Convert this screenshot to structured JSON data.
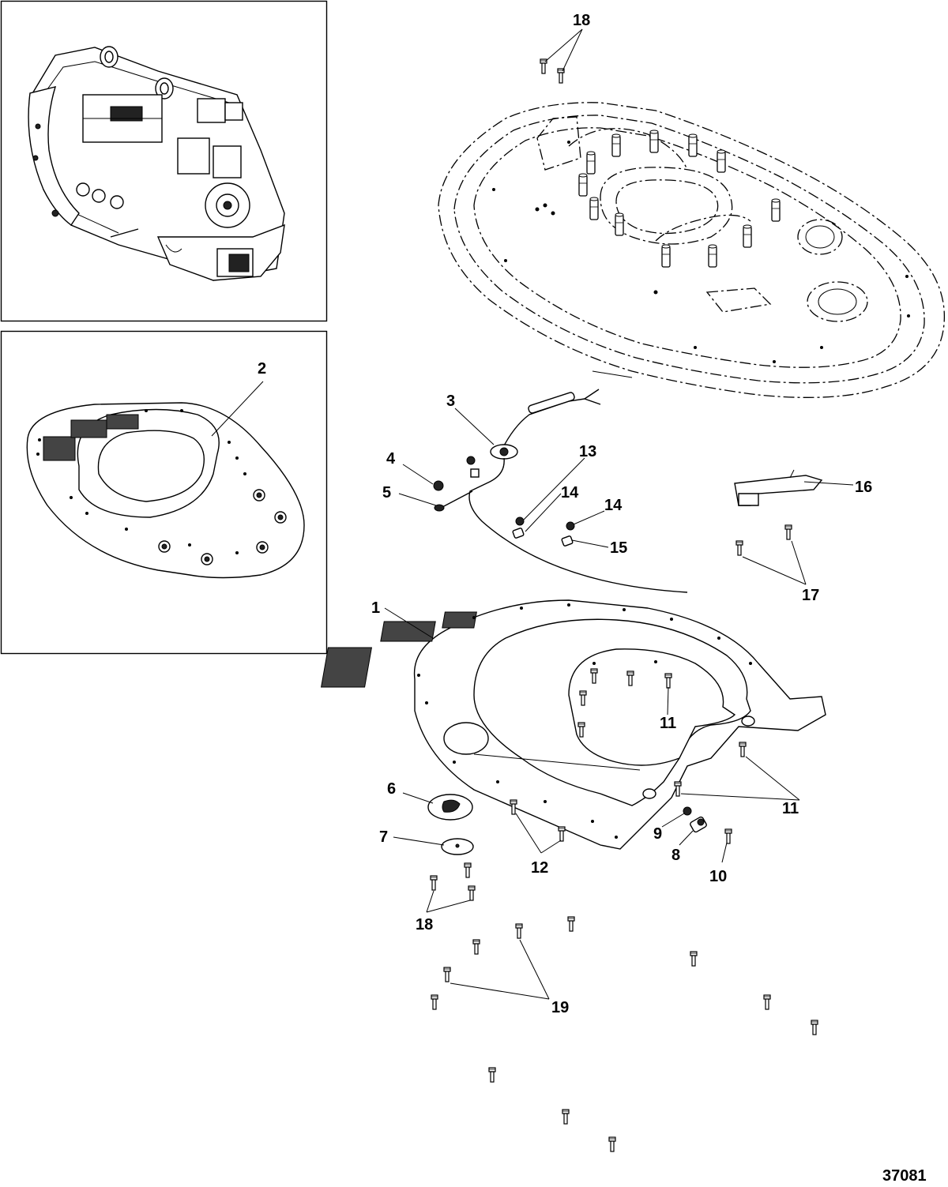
{
  "figure_number": "37081",
  "callouts": [
    {
      "id": "c1",
      "label": "1"
    },
    {
      "id": "c2",
      "label": "2"
    },
    {
      "id": "c3",
      "label": "3"
    },
    {
      "id": "c4",
      "label": "4"
    },
    {
      "id": "c5",
      "label": "5"
    },
    {
      "id": "c6",
      "label": "6"
    },
    {
      "id": "c7",
      "label": "7"
    },
    {
      "id": "c8",
      "label": "8"
    },
    {
      "id": "c9",
      "label": "9"
    },
    {
      "id": "c10",
      "label": "10"
    },
    {
      "id": "c11a",
      "label": "11"
    },
    {
      "id": "c11b",
      "label": "11"
    },
    {
      "id": "c12",
      "label": "12"
    },
    {
      "id": "c13a",
      "label": "13"
    },
    {
      "id": "c13b",
      "label": "13"
    },
    {
      "id": "c14a",
      "label": "14"
    },
    {
      "id": "c14b",
      "label": "14"
    },
    {
      "id": "c15",
      "label": "15"
    },
    {
      "id": "c16",
      "label": "16"
    },
    {
      "id": "c17",
      "label": "17"
    },
    {
      "id": "c18",
      "label": "18"
    },
    {
      "id": "c19",
      "label": "19"
    }
  ]
}
